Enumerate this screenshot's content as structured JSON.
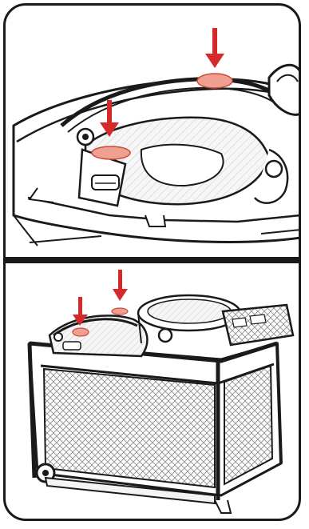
{
  "figure": {
    "panels": [
      {
        "subject": "bassinet-napper-closeup",
        "markers": 2
      },
      {
        "subject": "playard-with-napper",
        "markers": 2
      }
    ],
    "colors": {
      "outline": "#1a1a1a",
      "arrow": "#d62a2a",
      "highlight": "#f0a090",
      "highlight_edge": "#c94a3a",
      "fabric": "#f4f4f4",
      "mesh": "#9a9a9a"
    }
  }
}
